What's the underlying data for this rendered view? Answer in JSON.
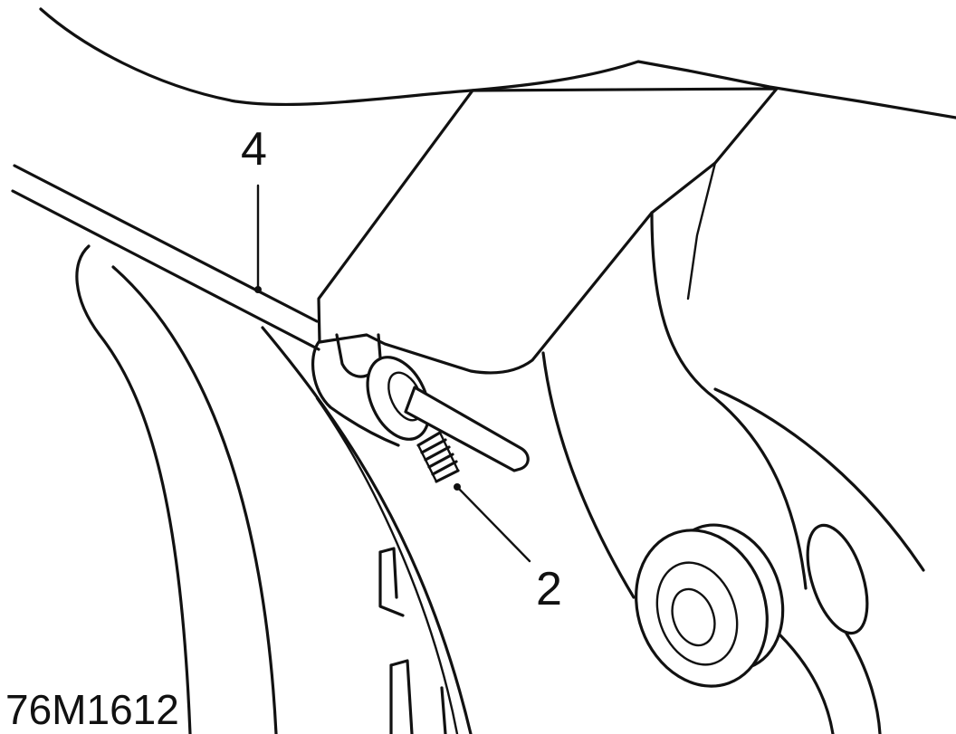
{
  "figure": {
    "reference_code": "76M1612",
    "callouts": [
      {
        "label": "4",
        "part": "cable"
      },
      {
        "label": "2",
        "part": "spring"
      }
    ]
  },
  "colors": {
    "line": "#111111",
    "background": "#ffffff"
  }
}
